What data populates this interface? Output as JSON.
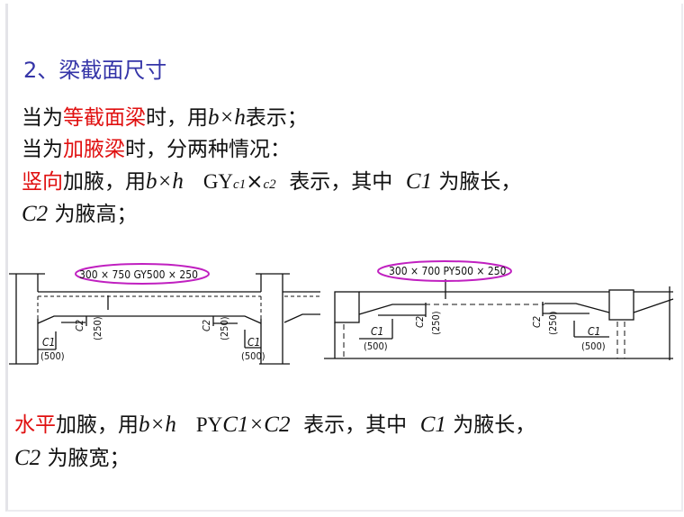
{
  "title": "2、梁截面尺寸",
  "lines": {
    "l1": {
      "a": "当为",
      "b": "等截面梁",
      "c": "时，用",
      "d": "b×h",
      "e": "表示；"
    },
    "l2": {
      "a": "当为",
      "b": "加腋梁",
      "c": "时，分两种情况："
    },
    "l3": {
      "a": "竖向",
      "b": "加腋，用",
      "c": "b×h",
      "d": "GY",
      "e": "c1",
      "f": "×",
      "g": "c2",
      "h": "表示，其中",
      "i": "C1",
      "j": "为腋长，"
    },
    "l4": {
      "a": "C2",
      "b": "为腋高；"
    },
    "l5": {
      "a": "水平",
      "b": "加腋，用",
      "c": "b×h",
      "d": "PY",
      "e": "C1×C2",
      "f": "表示，其中",
      "g": "C1",
      "h": "为腋长，"
    },
    "l6": {
      "a": "C2",
      "b": "为腋宽；"
    }
  },
  "diagram_left": {
    "label": "300 × 750  GY500 × 250",
    "c1": "C1",
    "c2": "C2",
    "dim_c1": "(500)",
    "dim_c2": "(250)"
  },
  "diagram_right": {
    "label": "300 × 700  PY500 × 250",
    "c1": "C1",
    "c2": "C2",
    "dim_c1": "(500)",
    "dim_c2": "(250)"
  },
  "colors": {
    "title": "#3535a8",
    "highlight": "#e01010",
    "ellipse": "#c020c0"
  }
}
